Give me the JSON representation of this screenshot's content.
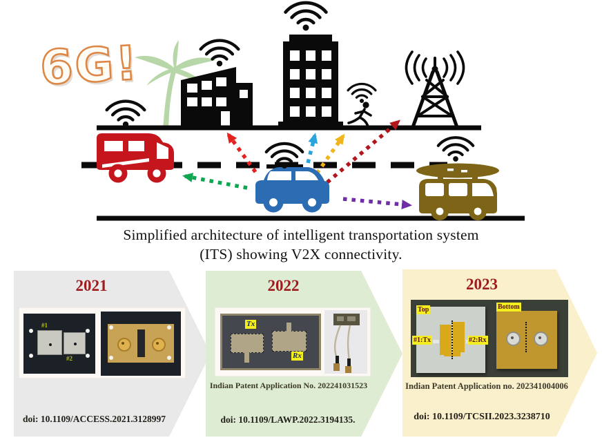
{
  "scene": {
    "logo_text": "6G!",
    "caption": {
      "line1": "Simplified architecture of intelligent transportation system",
      "line2": "(ITS) showing V2X connectivity."
    },
    "icons": [
      "wifi-signal-icon",
      "palm-tree-icon",
      "low-building-icon",
      "tall-building-icon",
      "running-person-icon",
      "cell-tower-icon",
      "rv-camper-icon",
      "car-icon",
      "surf-van-icon"
    ],
    "colors": {
      "logo_outline": "#dd8747",
      "palm_green": "#b7d7a8",
      "rv_red": "#c5161d",
      "car_blue": "#2b6cb3",
      "van_olive": "#7d6416",
      "arrow_red_bright": "#e42320",
      "arrow_red_dark": "#b2151b",
      "arrow_blue": "#29a4dd",
      "arrow_yellow": "#f0b41c",
      "arrow_green": "#0fa652",
      "arrow_purple": "#6f2da8"
    }
  },
  "timeline": {
    "panel_colors": {
      "2021": "#e9e9e9",
      "2022": "#dfecd4",
      "2023": "#fbf0cc"
    },
    "year_color": "#9e1b1e",
    "label_highlight": "#f2ee1f",
    "panels": [
      {
        "year": "2021",
        "doi": "doi: 10.1109/ACCESS.2021.3128997",
        "labels": {
          "ant1": "#1",
          "ant2": "#2"
        }
      },
      {
        "year": "2022",
        "patent": "Indian Patent Application No. 202241031523",
        "doi": "doi: 10.1109/LAWP.2022.3194135.",
        "labels": {
          "tx": "Tx",
          "rx": "Rx"
        }
      },
      {
        "year": "2023",
        "patent": "Indian Patent Application no. 202341004006",
        "doi": "doi: 10.1109/TCSII.2023.3238710",
        "labels": {
          "top": "Top",
          "bottom": "Bottom",
          "tx": "#1:Tx",
          "rx": "#2:Rx"
        }
      }
    ]
  }
}
